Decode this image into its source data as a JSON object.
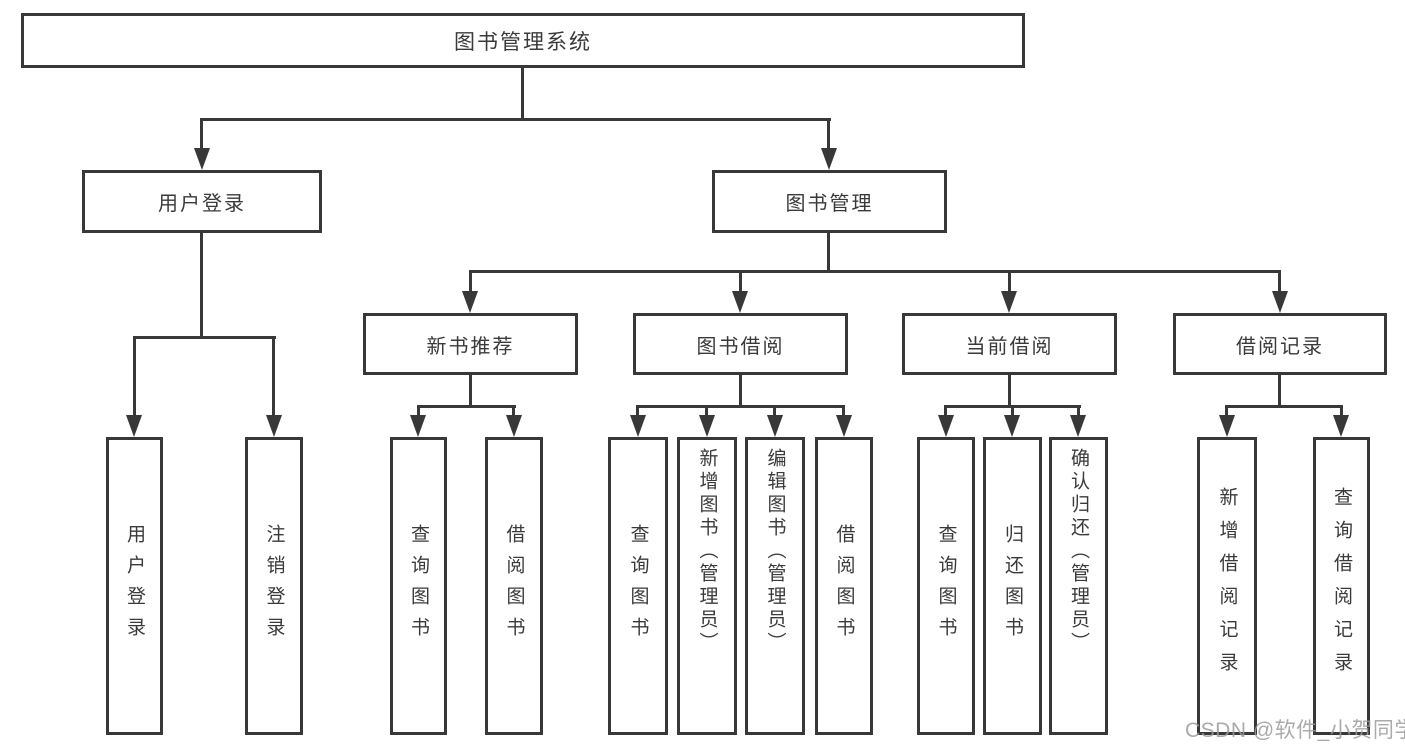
{
  "diagram": {
    "kind": "hierarchy-tree",
    "background": "#ffffff",
    "line_color": "#383838",
    "text_color": "#3a3a3a"
  },
  "tree": {
    "label": "图书管理系统",
    "children": [
      {
        "label": "用户登录",
        "children": [
          {
            "label": "用户登录"
          },
          {
            "label": "注销登录"
          }
        ]
      },
      {
        "label": "图书管理",
        "children": [
          {
            "label": "新书推荐",
            "children": [
              {
                "label": "查询图书"
              },
              {
                "label": "借阅图书"
              }
            ]
          },
          {
            "label": "图书借阅",
            "children": [
              {
                "label": "查询图书"
              },
              {
                "label": "新增图书（管理员）"
              },
              {
                "label": "编辑图书（管理员）"
              },
              {
                "label": "借阅图书"
              }
            ]
          },
          {
            "label": "当前借阅",
            "children": [
              {
                "label": "查询图书"
              },
              {
                "label": "归还图书"
              },
              {
                "label": "确认归还（管理员）"
              }
            ]
          },
          {
            "label": "借阅记录",
            "children": [
              {
                "label": "新增借阅记录"
              },
              {
                "label": "查询借阅记录"
              }
            ]
          }
        ]
      }
    ]
  },
  "watermark": {
    "text": "CSDN @软件_小贺同学"
  }
}
